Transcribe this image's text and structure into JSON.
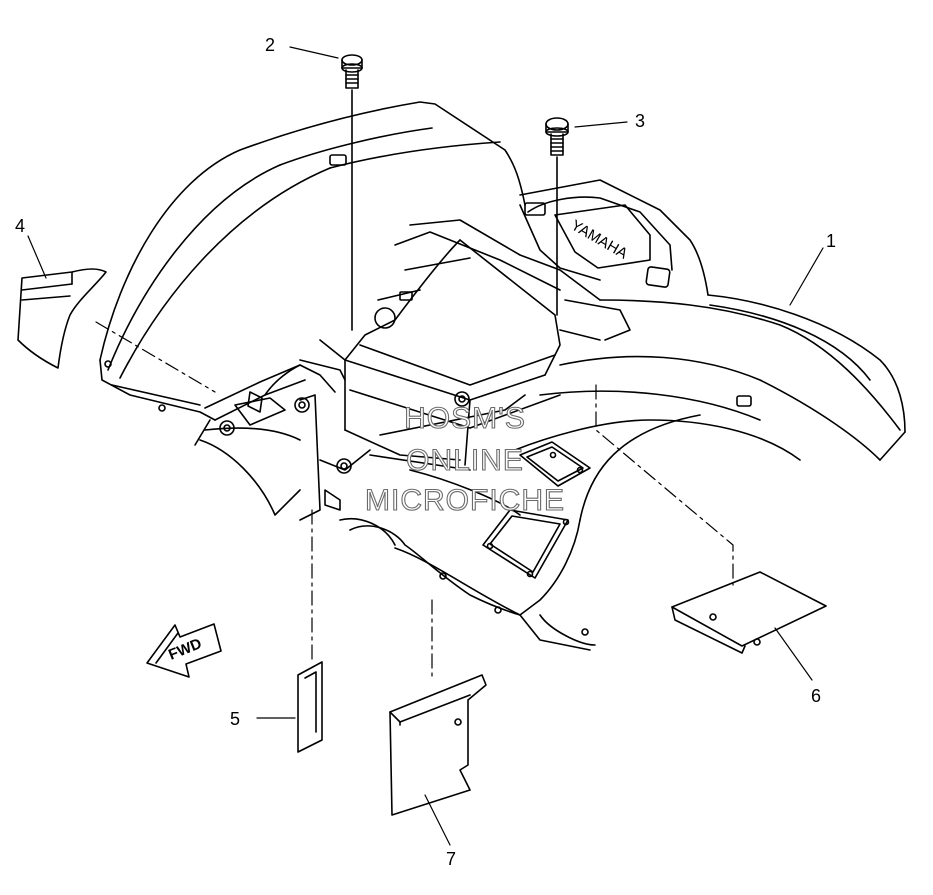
{
  "callouts": {
    "c1": "1",
    "c2": "2",
    "c3": "3",
    "c4": "4",
    "c5": "5",
    "c6": "6",
    "c7": "7"
  },
  "fender_brand": "YAMAHA",
  "fwd_label": "FWD",
  "watermark": {
    "line1": "HOSM'S",
    "line2": "ONLINE",
    "line3": "MICROFICHE"
  },
  "colors": {
    "line": "#000000",
    "watermark_outline": "#6b6b6b",
    "background": "#ffffff"
  }
}
